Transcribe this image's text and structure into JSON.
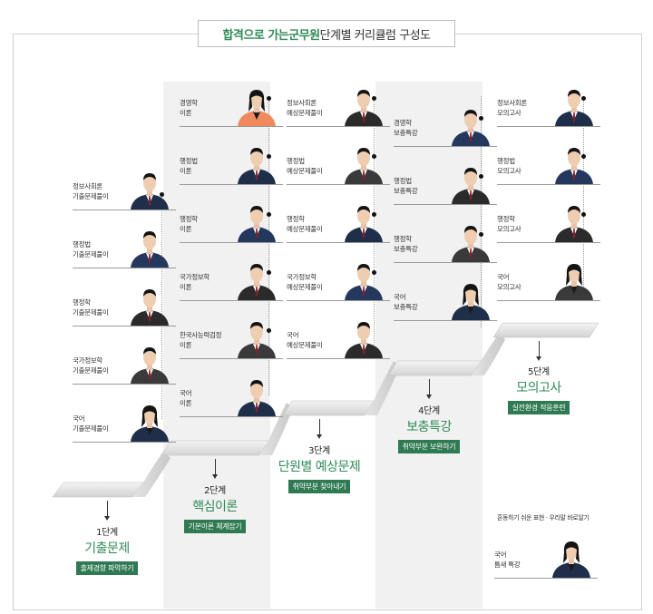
{
  "title": {
    "part1": "합격으로 가는 ",
    "part2": "군무원",
    "part3": " 단계별 커리큘럼 구성도"
  },
  "colors": {
    "accent": "#2f8a57",
    "badge": "#2f7a52",
    "bg": "#f1f1f1"
  },
  "stages": [
    {
      "num": "1단계",
      "name": "기출문제",
      "badge": "출제경향 파악하기"
    },
    {
      "num": "2단계",
      "name": "핵심이론",
      "badge": "기본이론 체계잡기"
    },
    {
      "num": "3단계",
      "name": "단원별 예상문제",
      "badge": "취약부분 찾아내기"
    },
    {
      "num": "4단계",
      "name": "보충특강",
      "badge": "취약부분 보완하기"
    },
    {
      "num": "5단계",
      "name": "모의고사",
      "badge": "실전환경 적응훈련"
    }
  ],
  "columns": [
    {
      "lectures": [
        {
          "l1": "정보사회론",
          "l2": "기출문제풀이"
        },
        {
          "l1": "행정법",
          "l2": "기출문제풀이"
        },
        {
          "l1": "행정학",
          "l2": "기출문제풀이"
        },
        {
          "l1": "국가정보학",
          "l2": "기출문제풀이"
        },
        {
          "l1": "국어",
          "l2": "기출문제풀이"
        }
      ]
    },
    {
      "lectures": [
        {
          "l1": "경영학",
          "l2": "이론"
        },
        {
          "l1": "행정법",
          "l2": "이론"
        },
        {
          "l1": "행정학",
          "l2": "이론"
        },
        {
          "l1": "국가정보학",
          "l2": "이론"
        },
        {
          "l1": "한국사능력검정",
          "l2": "이론"
        },
        {
          "l1": "국어",
          "l2": "이론"
        }
      ]
    },
    {
      "lectures": [
        {
          "l1": "정보사회론",
          "l2": "예상문제풀이"
        },
        {
          "l1": "행정법",
          "l2": "예상문제풀이"
        },
        {
          "l1": "행정학",
          "l2": "예상문제풀이"
        },
        {
          "l1": "국가정보학",
          "l2": "예상문제풀이"
        },
        {
          "l1": "국어",
          "l2": "예상문제풀이"
        }
      ]
    },
    {
      "lectures": [
        {
          "l1": "경영학",
          "l2": "보충특강"
        },
        {
          "l1": "행정법",
          "l2": "보충특강"
        },
        {
          "l1": "행정학",
          "l2": "보충특강"
        },
        {
          "l1": "국어",
          "l2": "보충특강"
        }
      ]
    },
    {
      "lectures": [
        {
          "l1": "정보사회론",
          "l2": "모의고사"
        },
        {
          "l1": "행정법",
          "l2": "모의고사"
        },
        {
          "l1": "행정학",
          "l2": "모의고사"
        },
        {
          "l1": "국어",
          "l2": "모의고사"
        }
      ]
    }
  ],
  "special": {
    "caption": "혼동하기 쉬운 표현 · 우리말 바로알기",
    "l1": "국어",
    "l2": "틈새 특강"
  }
}
